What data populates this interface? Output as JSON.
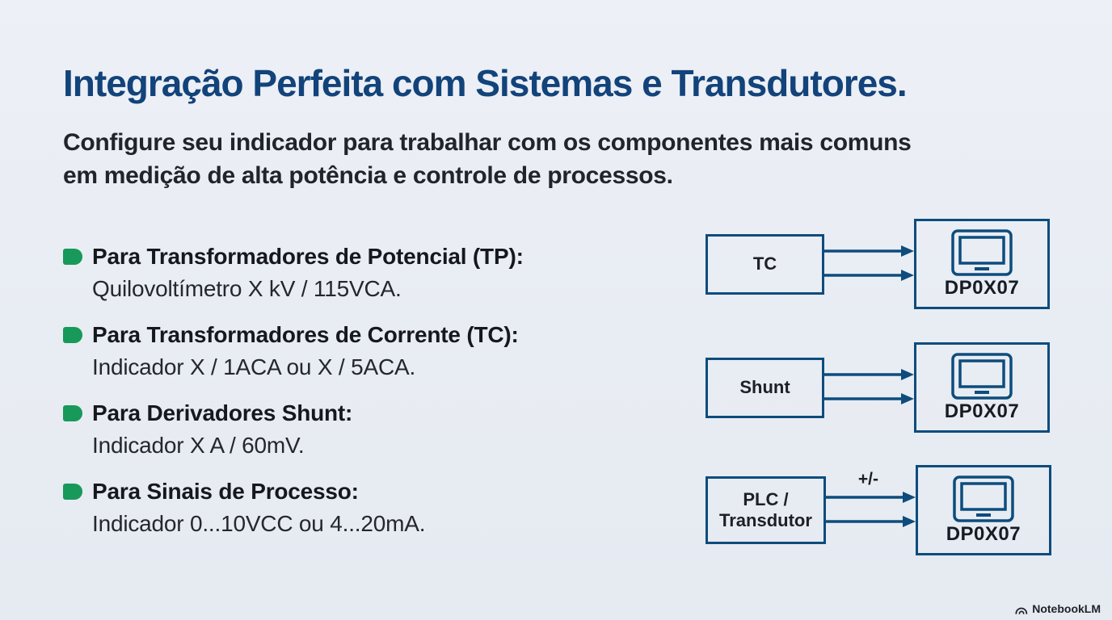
{
  "title": "Integração Perfeita com Sistemas e Transdutores.",
  "subtitle_lines": [
    "Configure seu indicador para trabalhar com os componentes mais comuns",
    "em medição de alta potência e controle de processos."
  ],
  "bullets": [
    {
      "heading": "Para Transformadores de Potencial (TP):",
      "detail": "Quilovoltímetro X kV / 115VCA."
    },
    {
      "heading": "Para Transformadores de Corrente (TC):",
      "detail": "Indicador X / 1ACA ou X / 5ACA."
    },
    {
      "heading": "Para Derivadores Shunt:",
      "detail": "Indicador X A / 60mV."
    },
    {
      "heading": "Para Sinais de Processo:",
      "detail": "Indicador 0...10VCC ou 4...20mA."
    }
  ],
  "diagrams": [
    {
      "source": "TC",
      "target": "DP0X07",
      "arrow_label": ""
    },
    {
      "source": "Shunt",
      "target": "DP0X07",
      "arrow_label": ""
    },
    {
      "source": "PLC / Transdutor",
      "target": "DP0X07",
      "arrow_label": "+/-"
    }
  ],
  "watermark": {
    "label": "NotebookLM"
  },
  "colors": {
    "background": "#e9edf4",
    "title_blue": "#12437a",
    "diagram_blue": "#0d4c7d",
    "bullet_green": "#17995a",
    "text_dark": "#1f2329"
  }
}
